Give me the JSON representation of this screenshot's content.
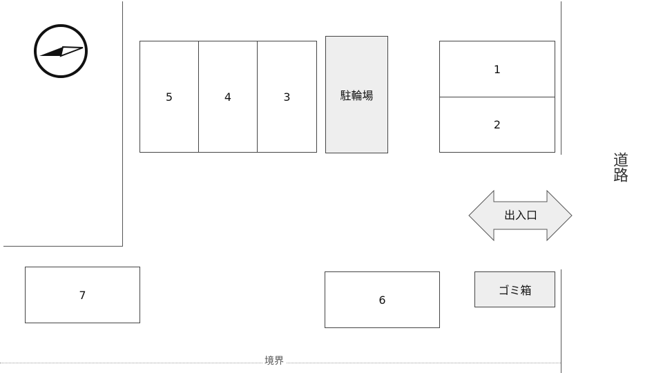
{
  "spaces": {
    "s1": "1",
    "s2": "2",
    "s3": "3",
    "s4": "4",
    "s5": "5",
    "s6": "6",
    "s7": "7"
  },
  "bicycle_parking": "駐輪場",
  "garbage_box": "ゴミ箱",
  "entrance_exit": "出入口",
  "road": "道路",
  "boundary": "境界",
  "colors": {
    "line": "#444444",
    "fill_gray": "#eeeeee",
    "boundary_dots": "#999999"
  }
}
